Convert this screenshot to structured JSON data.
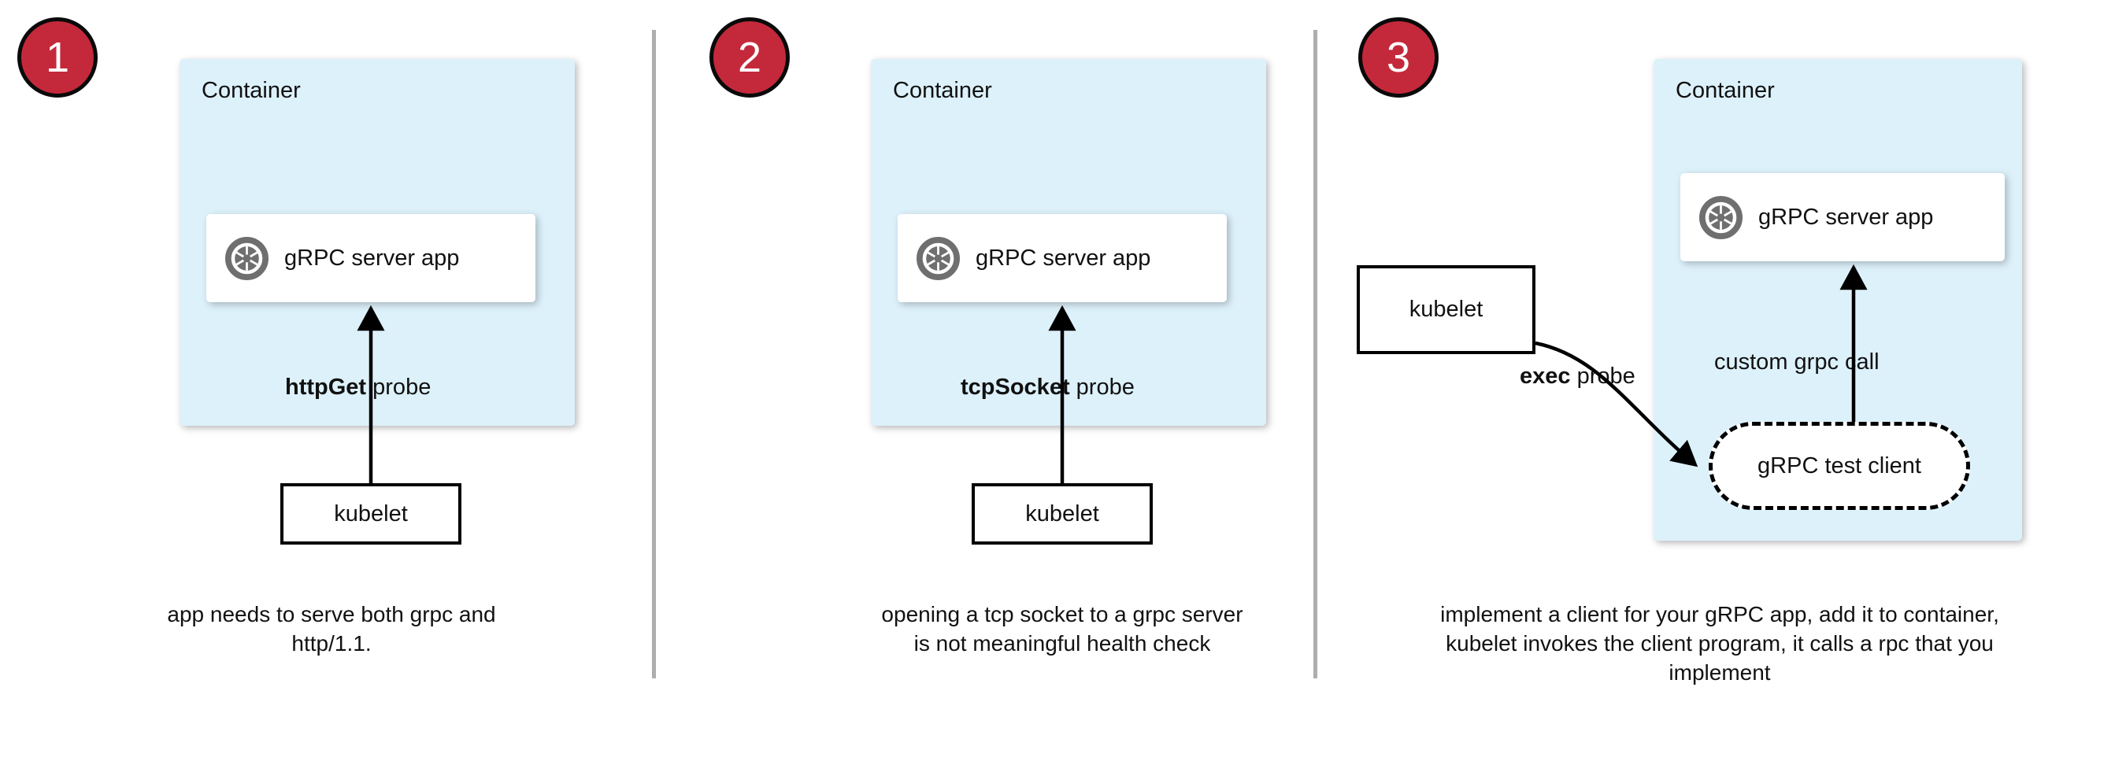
{
  "figure": {
    "title_visible": false,
    "background": "#ffffff",
    "divider_color": "#aeaeae",
    "badge_color": "#c4293b",
    "container_color": "#ddf1fb",
    "app_box_color": "#ffffff",
    "icon_color": "#6f6f6f"
  },
  "panels": [
    {
      "badge": "1",
      "container_label": "Container",
      "app_label": "gRPC server app",
      "app_icon": "grpc-aperture-icon",
      "probe_label_bold": "httpGet",
      "probe_label_rest": " probe",
      "kubelet_label": "kubelet",
      "caption": "app needs to serve both grpc and http/1.1."
    },
    {
      "badge": "2",
      "container_label": "Container",
      "app_label": "gRPC server app",
      "app_icon": "grpc-aperture-icon",
      "probe_label_bold": "tcpSocket",
      "probe_label_rest": " probe",
      "kubelet_label": "kubelet",
      "caption": "opening a tcp socket to a grpc server is not meaningful health check"
    },
    {
      "badge": "3",
      "container_label": "Container",
      "app_label": "gRPC server app",
      "app_icon": "grpc-aperture-icon",
      "probe_label_bold": "exec",
      "probe_label_rest": " probe",
      "kubelet_label": "kubelet",
      "call_label": "custom grpc call",
      "test_client_label": "gRPC test client",
      "caption": "implement a client for your gRPC app, add it to container, kubelet invokes the client program, it calls a rpc that you implement"
    }
  ]
}
